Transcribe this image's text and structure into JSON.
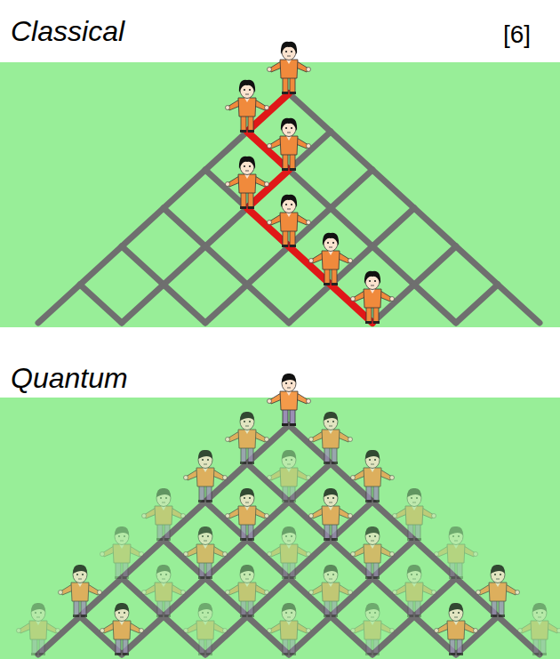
{
  "diagram": {
    "labels": [
      "[6]",
      "Classical",
      "Quantum"
    ]
  }
}
